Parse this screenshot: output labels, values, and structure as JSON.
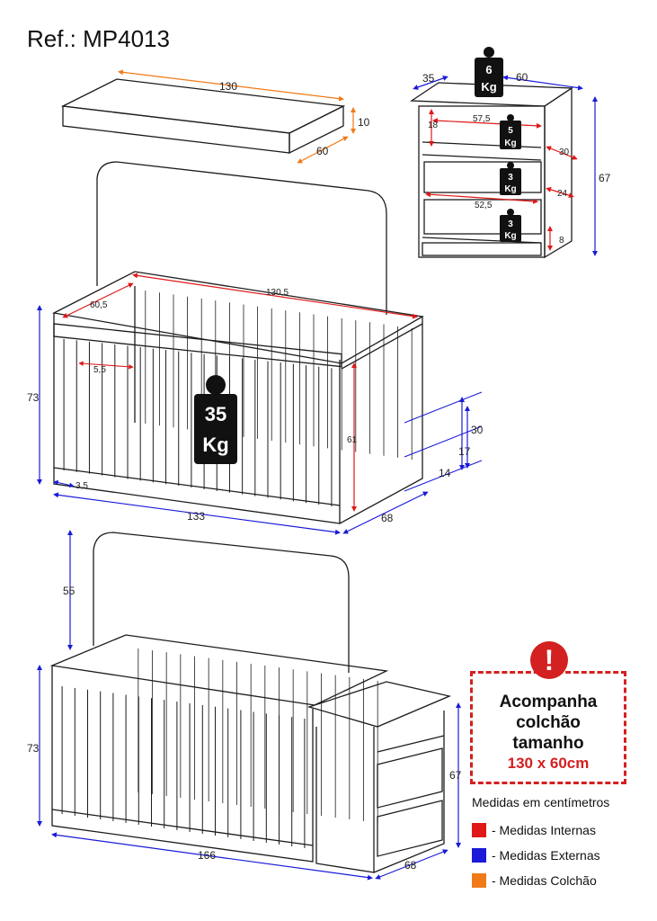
{
  "ref": "Ref.: MP4013",
  "mattress": {
    "length": "130",
    "height": "10",
    "width": "60"
  },
  "dresser": {
    "weight_top": "6",
    "depth": "35",
    "width": "60",
    "height": "67",
    "niche_height": "18",
    "niche_width": "57,5",
    "shelf_weight": "5",
    "drawer1_weight": "3",
    "drawer1_height": "30",
    "drawer2_width": "52,5",
    "drawer2_weight": "3",
    "drawer2_height": "24",
    "plinth": "8"
  },
  "crib": {
    "weight": "35",
    "inner_length": "130,5",
    "inner_width": "60,5",
    "bar_gap": "5,5",
    "height": "73",
    "inner_height": "61",
    "level_30": "30",
    "level_17": "17",
    "level_14": "14",
    "bottom_gap": "3,5",
    "length": "133",
    "depth": "68"
  },
  "combo": {
    "headboard": "55",
    "height": "73",
    "dresser_height": "67",
    "length": "166",
    "depth": "68"
  },
  "weight_unit": "Kg",
  "notice": {
    "line1": "Acompanha",
    "line2": "colchão",
    "line3": "tamanho",
    "size": "130 x 60cm"
  },
  "legend": {
    "title": "Medidas em centímetros",
    "items": [
      {
        "label": "- Medidas Internas",
        "color": "#e01818"
      },
      {
        "label": "- Medidas Externas",
        "color": "#1a1ad8"
      },
      {
        "label": "- Medidas Colchão",
        "color": "#f07a18"
      }
    ]
  },
  "colors": {
    "internal": "#e01818",
    "external": "#1a1ad8",
    "mattress": "#f07a18",
    "line": "#1c1c1c",
    "alert": "#d32020"
  }
}
